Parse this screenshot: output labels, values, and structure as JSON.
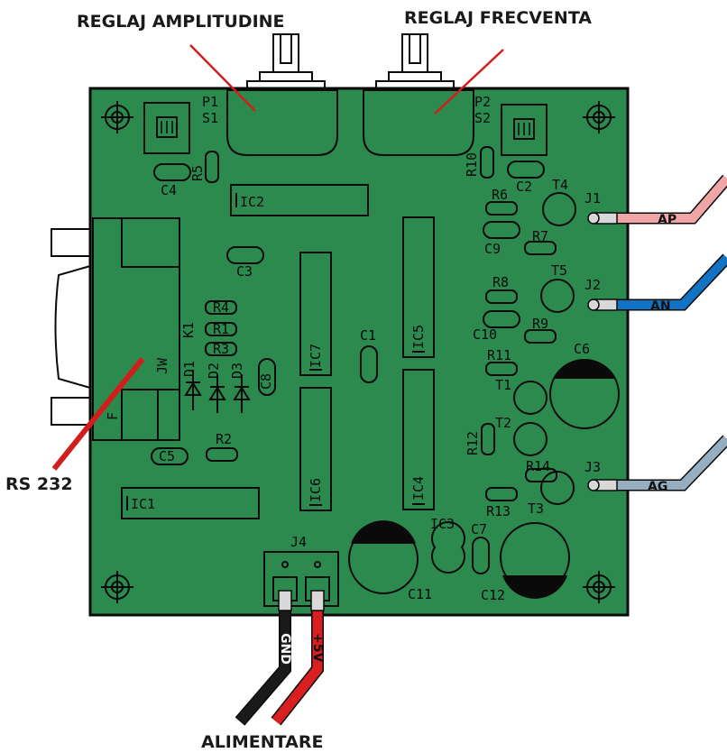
{
  "titles": {
    "amplitude": "REGLAJ AMPLITUDINE",
    "frequency": "REGLAJ FRECVENTA",
    "rs232": "RS 232",
    "power": "ALIMENTARE"
  },
  "board": {
    "color": "#2d8a4f"
  },
  "pots": {
    "p1": "P1",
    "s1": "S1",
    "p2": "P2",
    "s2": "S2"
  },
  "ics": {
    "ic1": "IC1",
    "ic2": "IC2",
    "ic3": "IC3",
    "ic4": "IC4",
    "ic5": "IC5",
    "ic6": "IC6",
    "ic7": "IC7"
  },
  "resistors": {
    "r1": "R1",
    "r2": "R2",
    "r3": "R3",
    "r4": "R4",
    "r5": "R5",
    "r6": "R6",
    "r7": "R7",
    "r8": "R8",
    "r9": "R9",
    "r10": "R10",
    "r11": "R11",
    "r12": "R12",
    "r13": "R13",
    "r14": "R14"
  },
  "capacitors": {
    "c1": "C1",
    "c2": "C2",
    "c3": "C3",
    "c4": "C4",
    "c5": "C5",
    "c6": "C6",
    "c7": "C7",
    "c8": "C8",
    "c9": "C9",
    "c10": "C10",
    "c11": "C11",
    "c12": "C12"
  },
  "transistors": {
    "t1": "T1",
    "t2": "T2",
    "t3": "T3",
    "t4": "T4",
    "t5": "T5"
  },
  "diodes": {
    "d1": "D1",
    "d2": "D2",
    "d3": "D3"
  },
  "misc": {
    "k1": "K1",
    "jw": "JW",
    "f": "F"
  },
  "connectors": {
    "j1": "J1",
    "j2": "J2",
    "j3": "J3",
    "j4": "J4"
  },
  "wires": {
    "ap": {
      "label": "AP",
      "color": "#f0a6a6"
    },
    "an": {
      "label": "AN",
      "color": "#1272c4"
    },
    "ag": {
      "label": "AG",
      "color": "#97aec1"
    },
    "gnd": {
      "label": "GND",
      "color": "#1a1a1a"
    },
    "plus5v": {
      "label": "+5V",
      "color": "#d91f1f"
    }
  },
  "pointer_color": "#d21d1d"
}
